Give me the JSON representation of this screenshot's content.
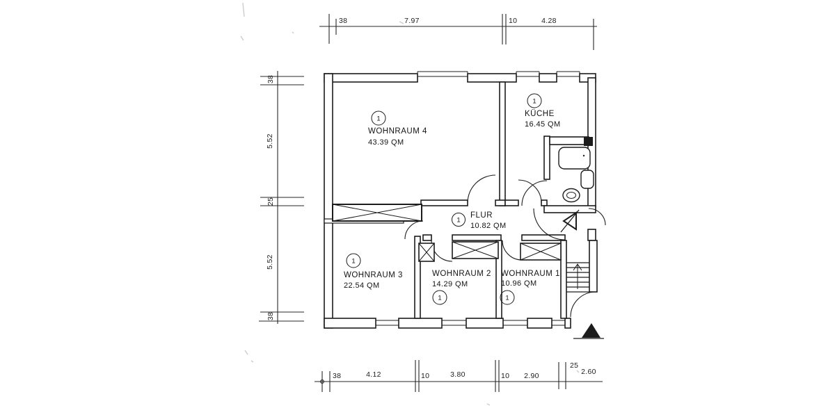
{
  "rooms": [
    {
      "id": "wohnraum4",
      "name": "WOHNRAUM 4",
      "area": "43.39 QM",
      "unit": "1"
    },
    {
      "id": "kueche",
      "name": "KÜCHE",
      "area": "16.45 QM",
      "unit": "1"
    },
    {
      "id": "flur",
      "name": "FLUR",
      "area": "10.82 QM",
      "unit": "1"
    },
    {
      "id": "wohnraum3",
      "name": "WOHNRAUM 3",
      "area": "22.54 QM",
      "unit": "1"
    },
    {
      "id": "wohnraum2",
      "name": "WOHNRAUM 2",
      "area": "14.29 QM",
      "unit": "1"
    },
    {
      "id": "wohnraum1",
      "name": "WOHNRAUM 1",
      "area": "10.96 QM",
      "unit": "1"
    }
  ],
  "dims": {
    "top": [
      "38",
      "7.97",
      "10",
      "4.28"
    ],
    "left": [
      "38",
      "5.52",
      "25",
      "5.52",
      "38"
    ],
    "bottom": [
      "38",
      "4.12",
      "10",
      "3.80",
      "10",
      "2.90",
      "25",
      "2.60"
    ]
  },
  "colors": {
    "ink": "#1c1c1c",
    "paper": "#ffffff"
  }
}
